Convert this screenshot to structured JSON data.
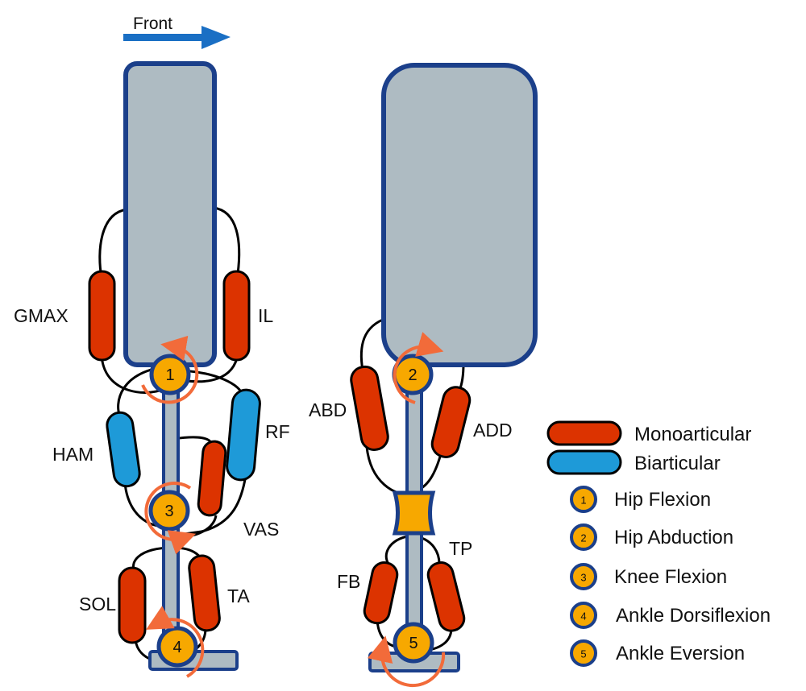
{
  "direction_label": "Front",
  "muscle_labels": {
    "gmax": "GMAX",
    "il": "IL",
    "ham": "HAM",
    "rf": "RF",
    "vas": "VAS",
    "sol": "SOL",
    "ta": "TA",
    "abd": "ABD",
    "add": "ADD",
    "fb": "FB",
    "tp": "TP"
  },
  "joint_numbers": [
    "1",
    "2",
    "3",
    "4",
    "5"
  ],
  "legend": {
    "monoarticular": "Monoarticular",
    "biarticular": "Biarticular",
    "items": [
      {
        "num": "1",
        "label": "Hip Flexion"
      },
      {
        "num": "2",
        "label": "Hip Abduction"
      },
      {
        "num": "3",
        "label": "Knee Flexion"
      },
      {
        "num": "4",
        "label": "Ankle Dorsiflexion"
      },
      {
        "num": "5",
        "label": "Ankle Eversion"
      }
    ]
  },
  "colors": {
    "monoarticular": "#dc3300",
    "biarticular": "#1e9ad8",
    "joint": "#f7a800",
    "segment_fill": "#aebbc2",
    "segment_outline": "#1b3f8a",
    "rotation_arrow": "#f26b3a",
    "direction_arrow": "#1a6fc4"
  }
}
